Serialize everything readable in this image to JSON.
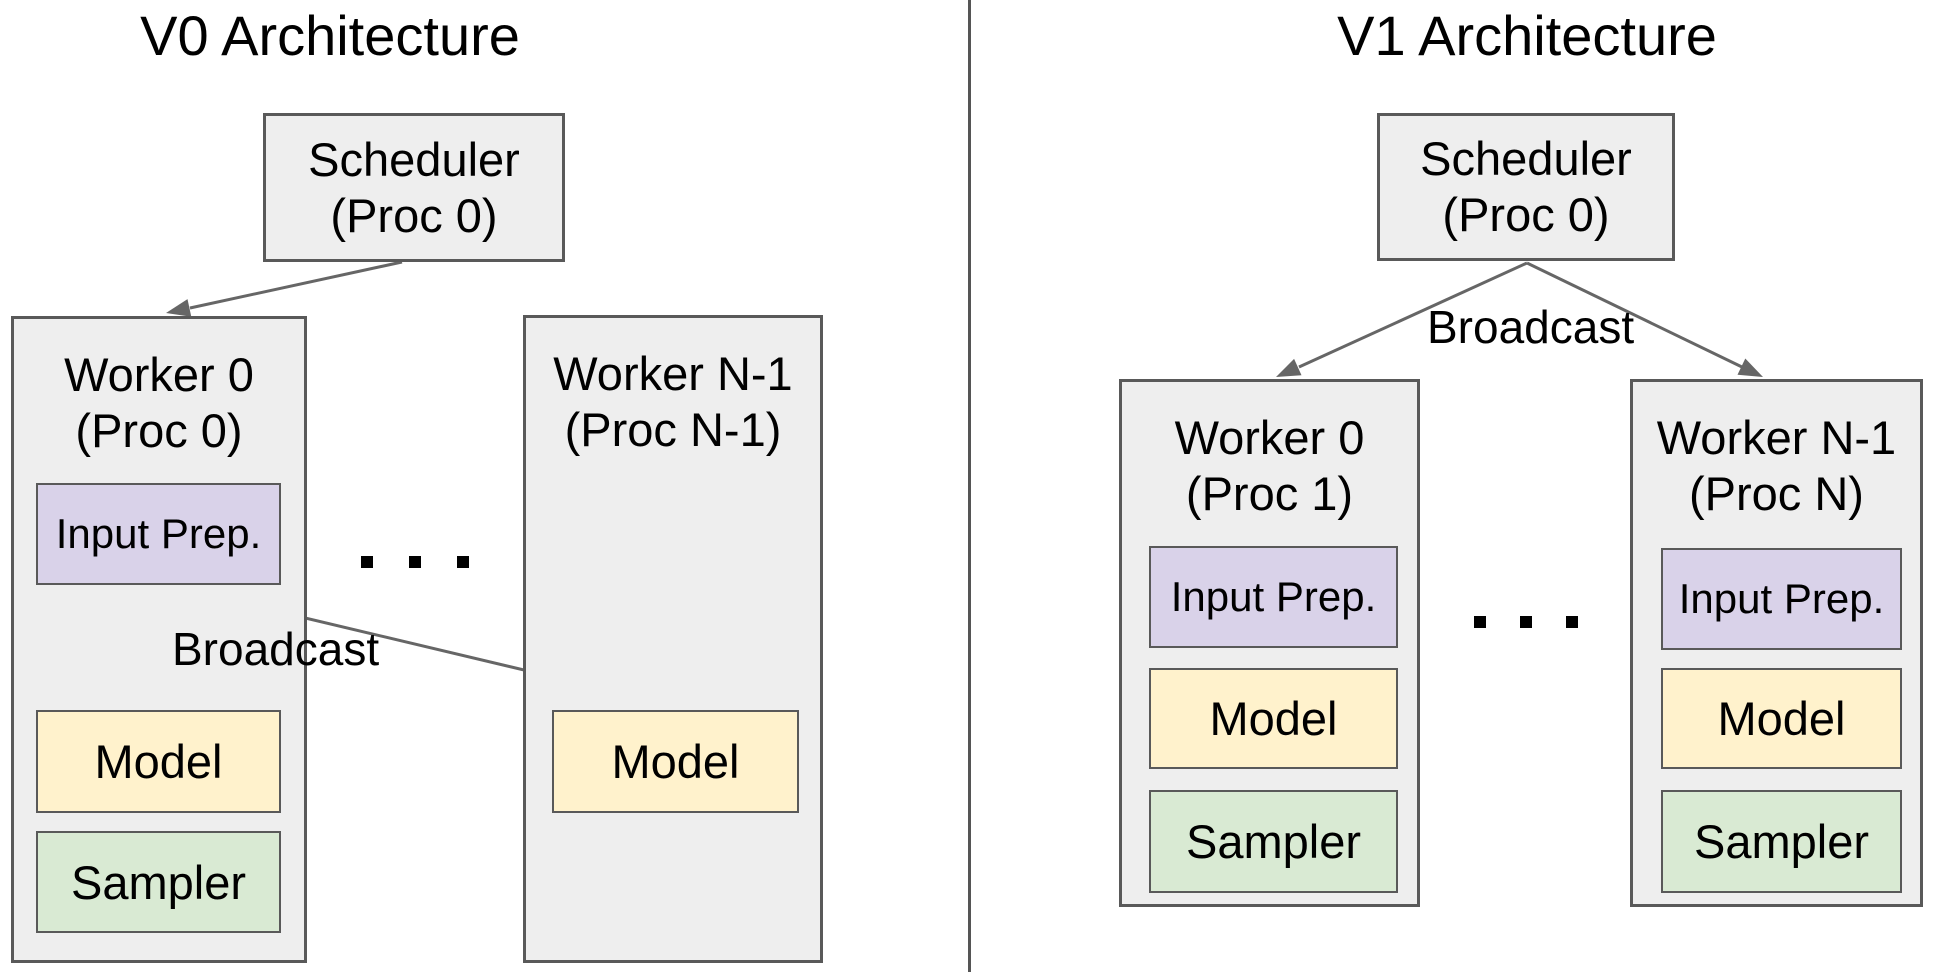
{
  "colors": {
    "background": "#ffffff",
    "outer_box_fill": "#eeeeee",
    "box_border": "#595959",
    "input_prep_fill": "#d9d2e9",
    "model_fill": "#fff2cc",
    "sampler_fill": "#d9ead3",
    "arrow": "#666666",
    "divider": "#555555",
    "text": "#000000"
  },
  "panels": [
    {
      "title": "V0 Architecture",
      "scheduler": {
        "name": "Scheduler",
        "proc": "(Proc 0)"
      },
      "broadcast_label": "Broadcast",
      "ellipsis": ". . .",
      "workers": [
        {
          "name": "Worker 0",
          "proc": "(Proc 0)",
          "components": [
            "Input Prep.",
            "Model",
            "Sampler"
          ]
        },
        {
          "name": "Worker N-1",
          "proc": "(Proc N-1)",
          "components": [
            "Model"
          ]
        }
      ]
    },
    {
      "title": "V1 Architecture",
      "scheduler": {
        "name": "Scheduler",
        "proc": "(Proc 0)"
      },
      "broadcast_label": "Broadcast",
      "ellipsis": ". . .",
      "workers": [
        {
          "name": "Worker 0",
          "proc": "(Proc 1)",
          "components": [
            "Input Prep.",
            "Model",
            "Sampler"
          ]
        },
        {
          "name": "Worker N-1",
          "proc": "(Proc N)",
          "components": [
            "Input Prep.",
            "Model",
            "Sampler"
          ]
        }
      ]
    }
  ]
}
